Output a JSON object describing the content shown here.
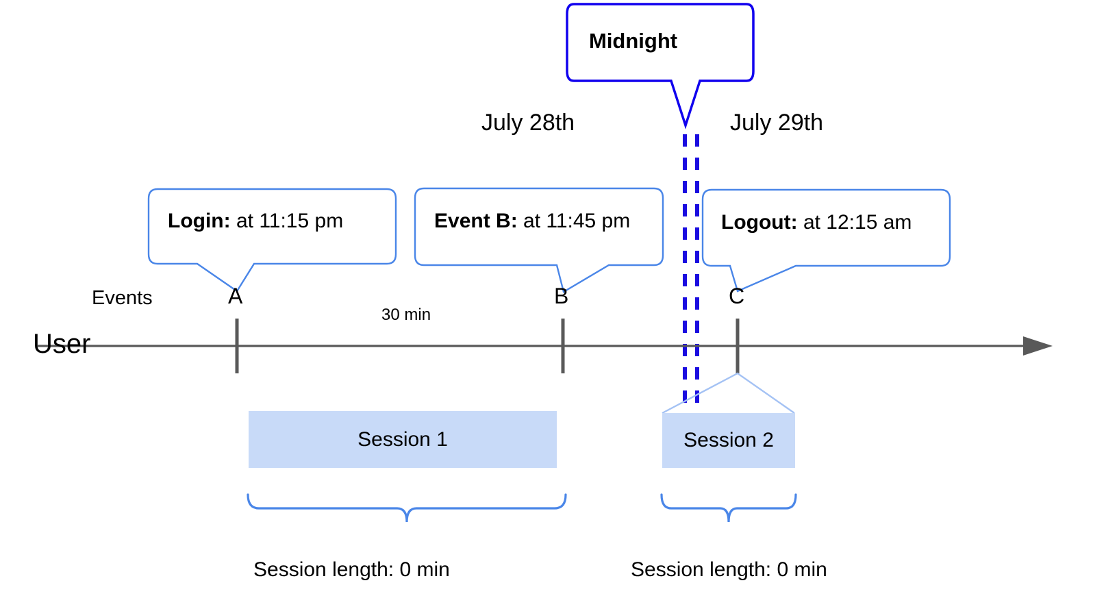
{
  "diagram": {
    "title_callout": {
      "label": "Midnight"
    },
    "dates": [
      {
        "name": "day-left",
        "label": "July 28th"
      },
      {
        "name": "day-right",
        "label": "July 29th"
      }
    ],
    "row_labels": {
      "events": "Events",
      "user": "User"
    },
    "callouts": [
      {
        "id": "a",
        "bold": "Login:",
        "rest": " at 11:15 pm"
      },
      {
        "id": "b",
        "bold": "Event B:",
        "rest": " at 11:45 pm"
      },
      {
        "id": "c",
        "bold": "Logout:",
        "rest": " at 12:15 am"
      }
    ],
    "events": [
      {
        "letter": "A"
      },
      {
        "letter": "B"
      },
      {
        "letter": "C"
      }
    ],
    "interval_label": "30 min",
    "sessions": [
      {
        "name": "session-1",
        "label": "Session 1",
        "length_label": "Session length: 0 min"
      },
      {
        "name": "session-2",
        "label": "Session 2",
        "length_label": "Session length: 0 min"
      }
    ],
    "colors": {
      "callout_border": "#4a86e8",
      "midnight_border": "#1000ee",
      "midnight_dashed_line": "#1a0ce0",
      "timeline": "#595959",
      "tick": "#595959",
      "session_fill": "#c8daf8",
      "session_roof": "#a4c2f4",
      "brace": "#4a86e8",
      "text": "#000000"
    }
  }
}
